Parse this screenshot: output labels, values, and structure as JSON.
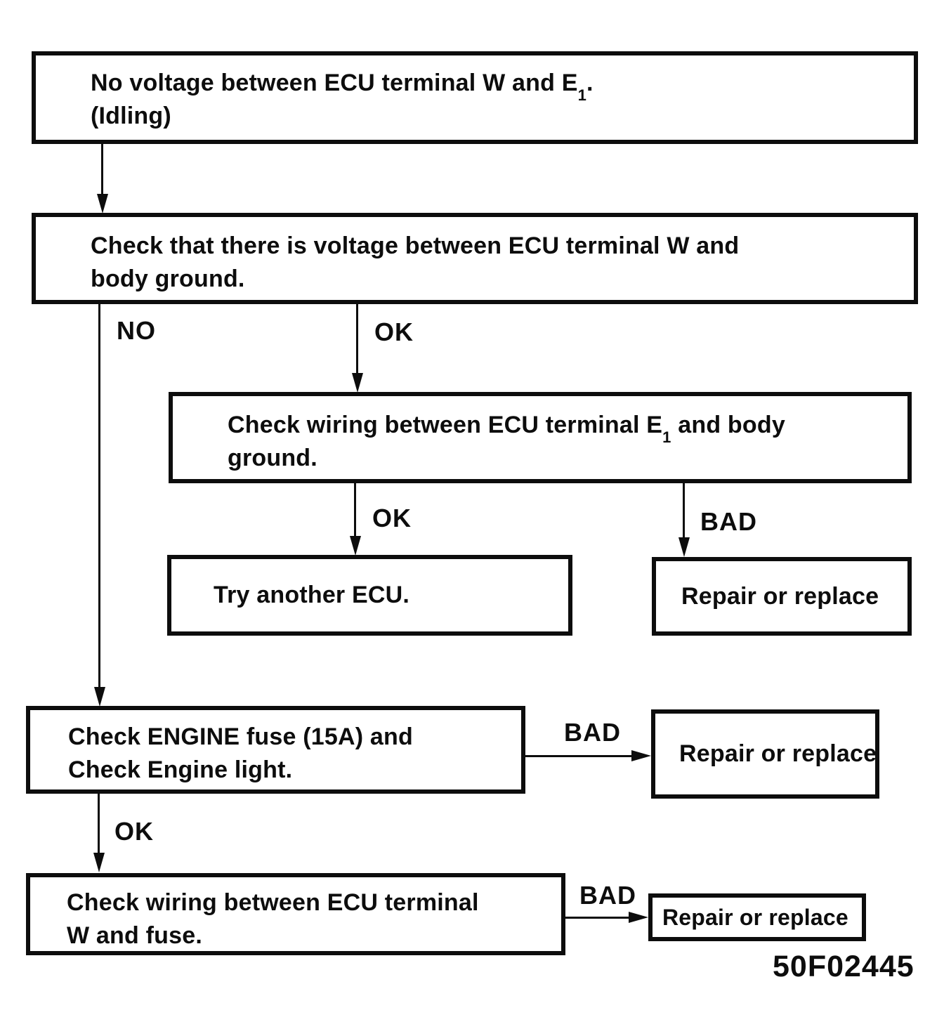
{
  "page": {
    "background_color": "#ffffff",
    "ink_color": "#0d0d0d",
    "figure_id": "50F02445"
  },
  "flowchart": {
    "boxes": {
      "start": {
        "line1_pre_sub": "No voltage between ECU terminal W and E",
        "line1_sub": "1",
        "line1_post_sub": ".",
        "line2": "(Idling)"
      },
      "check_voltage": {
        "line1": "Check that there is voltage between ECU terminal W and",
        "line2": "body ground."
      },
      "check_wiring_e1": {
        "line1_pre_sub": "Check wiring between ECU terminal E",
        "line1_sub": "1",
        "line1_post_sub": " and body",
        "line2": "ground."
      },
      "try_another_ecu": {
        "line1": "Try another ECU."
      },
      "repair_top": {
        "line1": "Repair or replace"
      },
      "check_engine_fuse": {
        "line1": "Check ENGINE fuse (15A) and",
        "line2": "Check Engine light."
      },
      "repair_middle": {
        "line1": "Repair or replace"
      },
      "check_wiring_w": {
        "line1": "Check wiring between ECU terminal",
        "line2": "W and fuse."
      },
      "repair_bottom": {
        "line1": "Repair or replace"
      }
    },
    "edge_labels": {
      "no": "NO",
      "ok_from_check_voltage": "OK",
      "ok_from_check_wiring_e1": "OK",
      "bad_from_check_wiring_e1": "BAD",
      "bad_from_check_engine_fuse": "BAD",
      "ok_from_check_engine_fuse": "OK",
      "bad_from_check_wiring_w": "BAD"
    }
  }
}
